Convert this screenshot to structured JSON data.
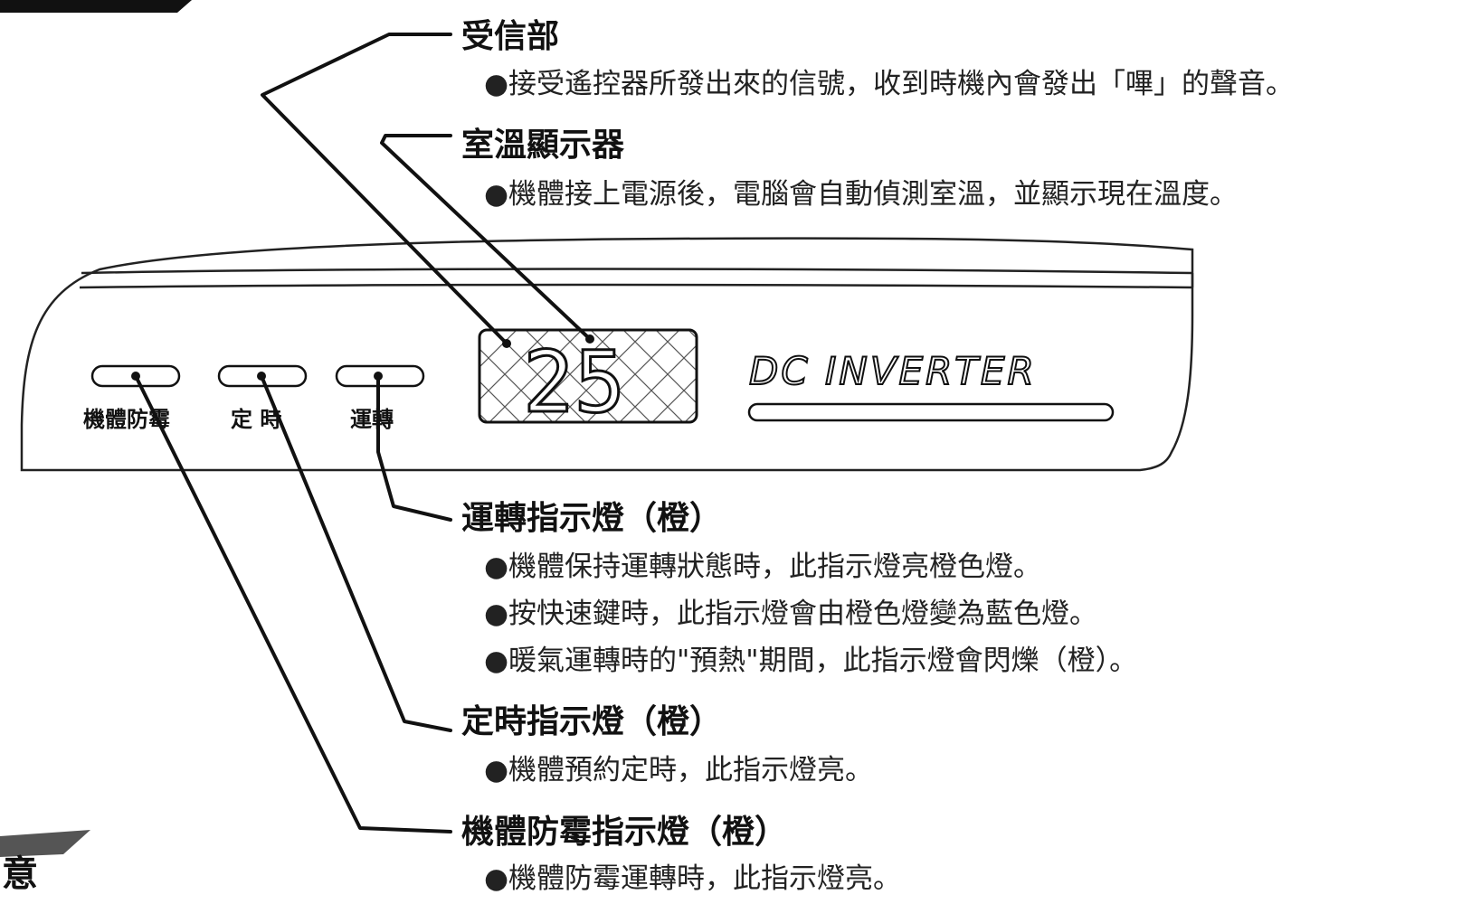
{
  "display": {
    "temperature": "25"
  },
  "unit": {
    "brand": "DC  INVERTER",
    "buttons": [
      {
        "label": "機體防霉"
      },
      {
        "label": "定 時"
      },
      {
        "label": "運轉"
      }
    ]
  },
  "sections": [
    {
      "heading": "受信部",
      "bullets": [
        "●接受遙控器所發出來的信號，收到時機內會發出「嗶」的聲音。"
      ]
    },
    {
      "heading": "室溫顯示器",
      "bullets": [
        "●機體接上電源後，電腦會自動偵測室溫，並顯示現在溫度。"
      ]
    },
    {
      "heading": "運轉指示燈（橙）",
      "bullets": [
        "●機體保持運轉狀態時，此指示燈亮橙色燈。",
        "●按快速鍵時，此指示燈會由橙色燈變為藍色燈。",
        "●暖氣運轉時的\"預熱\"期間，此指示燈會閃爍（橙）。"
      ]
    },
    {
      "heading": "定時指示燈（橙）",
      "bullets": [
        "●機體預約定時，此指示燈亮。"
      ]
    },
    {
      "heading": "機體防霉指示燈（橙）",
      "bullets": [
        "●機體防霉運轉時，此指示燈亮。"
      ]
    }
  ],
  "note": {
    "label": "意"
  }
}
